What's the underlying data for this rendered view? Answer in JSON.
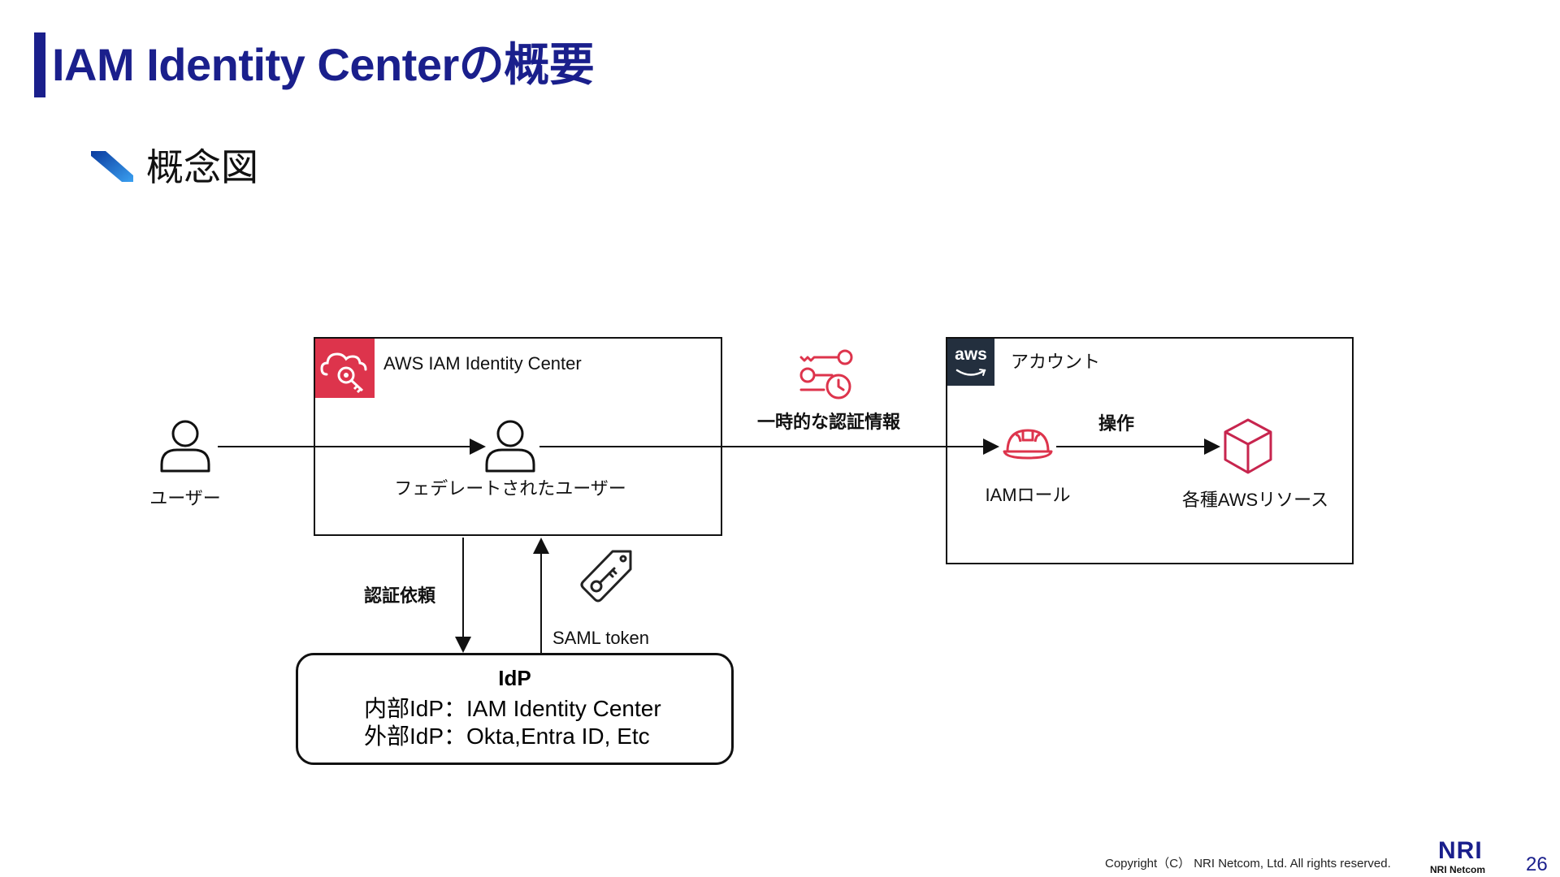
{
  "page": {
    "title": "IAM Identity Centerの概要",
    "subtitle": "概念図"
  },
  "diagram": {
    "user_label": "ユーザー",
    "identity_center_label": "AWS IAM Identity Center",
    "federated_user_label": "フェデレートされたユーザー",
    "temp_credentials_label": "一時的な認証情報",
    "account_label": "アカウント",
    "aws_logo_text": "aws",
    "operation_label": "操作",
    "iam_role_label": "IAMロール",
    "aws_resources_label": "各種AWSリソース",
    "auth_request_label": "認証依頼",
    "saml_token_label": "SAML token",
    "idp": {
      "title": "IdP",
      "internal": "内部IdP：IAM Identity Center",
      "external": "外部IdP：Okta,Entra ID, Etc"
    }
  },
  "footer": {
    "copyright": "Copyright（C） NRI Netcom, Ltd. All rights reserved.",
    "logo_text": "NRI",
    "logo_sub": "NRI Netcom",
    "page_number": "26"
  },
  "colors": {
    "title": "#1a1f8c",
    "identity_center_icon_bg": "#dd344c",
    "aws_logo_bg": "#232f3e",
    "accent_red": "#dd344c",
    "resource_icon": "#c7254e",
    "subtitle_mark": "#2a6fd6"
  }
}
